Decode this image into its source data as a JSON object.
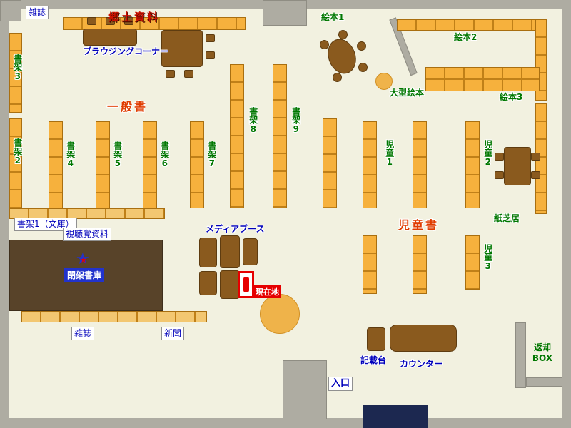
{
  "labels": {
    "zasshi_top": "雑誌",
    "kyodo_shiryo": "郷土資料",
    "browsing_corner": "ブラウジングコーナー",
    "ehon1": "絵本1",
    "ehon2": "絵本2",
    "ehon3": "絵本3",
    "ogata_ehon": "大型絵本",
    "shoka1_bunko": "書架1（文庫）",
    "shoka2": "書架2",
    "shoka3": "書架3",
    "shoka4": "書架4",
    "shoka5": "書架5",
    "shoka6": "書架6",
    "shoka7": "書架7",
    "shoka8": "書架8",
    "shoka9": "書架9",
    "ippansho": "一般書",
    "shichokaku": "視聴覚資料",
    "heika_shoko": "閉架書庫",
    "media_booth": "メディアブース",
    "genzaichi": "現在地",
    "zasshi_bottom": "雑誌",
    "shinbun": "新聞",
    "jido1": "児童1",
    "jido2": "児童2",
    "jido3": "児童3",
    "jidosho": "児童書",
    "kamishibai": "紙芝居",
    "kisaidai": "記載台",
    "counter": "カウンター",
    "henkyaku_line1": "返却",
    "henkyaku_line2": "BOX",
    "iriguchi": "入口"
  },
  "colors": {
    "floor": "#f2f1e0",
    "wall": "#aeaca2",
    "shelf_orange": "#f6b13d",
    "shelf_light": "#f3c771",
    "table_brown": "#8a5a1e",
    "closed_stacks_brown": "#584329",
    "label_blue": "#0000bb",
    "label_green": "#007700",
    "area_red": "#e03c00",
    "marker_red": "#e60000",
    "marker_blue": "#2233cc"
  }
}
